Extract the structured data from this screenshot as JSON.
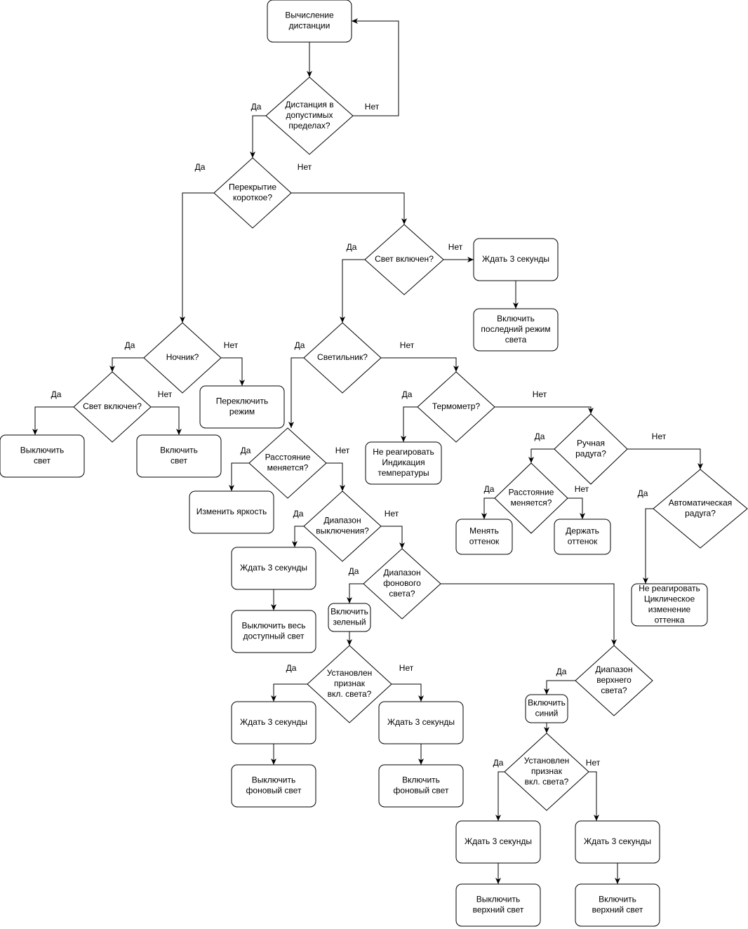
{
  "diagram": {
    "nodes": [
      {
        "id": "calc_dist",
        "shape": "box",
        "text": [
          "Вычисление",
          "дистанции"
        ]
      },
      {
        "id": "dist_ok",
        "shape": "diamond",
        "text": [
          "Дистанция в",
          "допустимых",
          "пределах?"
        ]
      },
      {
        "id": "overlap_short",
        "shape": "diamond",
        "text": [
          "Перекрытие",
          "короткое?"
        ]
      },
      {
        "id": "light_on_1",
        "shape": "diamond",
        "text": [
          "Свет включен?"
        ]
      },
      {
        "id": "wait_1",
        "shape": "box",
        "text": [
          "Ждать 3 секунды"
        ]
      },
      {
        "id": "last_mode",
        "shape": "box",
        "text": [
          "Включить",
          "последний режим",
          "света"
        ]
      },
      {
        "id": "nightlight",
        "shape": "diamond",
        "text": [
          "Ночник?"
        ]
      },
      {
        "id": "switch_mode",
        "shape": "box",
        "text": [
          "Переключить",
          "режим"
        ]
      },
      {
        "id": "light_on_2",
        "shape": "diamond",
        "text": [
          "Свет включен?"
        ]
      },
      {
        "id": "turn_off",
        "shape": "box",
        "text": [
          "Выключить",
          "свет"
        ]
      },
      {
        "id": "turn_on",
        "shape": "box",
        "text": [
          "Включить",
          "свет"
        ]
      },
      {
        "id": "lamp",
        "shape": "diamond",
        "text": [
          "Светильник?"
        ]
      },
      {
        "id": "thermo",
        "shape": "diamond",
        "text": [
          "Термометр?"
        ]
      },
      {
        "id": "temp_ind",
        "shape": "box",
        "text": [
          "Не реагировать",
          "Индикация",
          "температуры"
        ]
      },
      {
        "id": "manual_rainbow",
        "shape": "diamond",
        "text": [
          "Ручная",
          "радуга?"
        ]
      },
      {
        "id": "dist_change_2",
        "shape": "diamond",
        "text": [
          "Расстояние",
          "меняется?"
        ]
      },
      {
        "id": "change_hue",
        "shape": "box",
        "text": [
          "Менять",
          "оттенок"
        ]
      },
      {
        "id": "keep_hue",
        "shape": "box",
        "text": [
          "Держать",
          "оттенок"
        ]
      },
      {
        "id": "auto_rainbow",
        "shape": "diamond",
        "text": [
          "Автоматическая",
          "радуга?"
        ]
      },
      {
        "id": "cyclic_hue",
        "shape": "box",
        "text": [
          "Не реагировать",
          "Циклическое",
          "изменение",
          "оттенка"
        ]
      },
      {
        "id": "dist_change_1",
        "shape": "diamond",
        "text": [
          "Расстояние",
          "меняется?"
        ]
      },
      {
        "id": "brightness",
        "shape": "box",
        "text": [
          "Изменить яркость"
        ]
      },
      {
        "id": "off_range",
        "shape": "diamond",
        "text": [
          "Диапазон",
          "выключения?"
        ]
      },
      {
        "id": "wait_2",
        "shape": "box",
        "text": [
          "Ждать 3 секунды"
        ]
      },
      {
        "id": "all_off",
        "shape": "box",
        "text": [
          "Выключить весь",
          "доступный свет"
        ]
      },
      {
        "id": "bg_range",
        "shape": "diamond",
        "text": [
          "Диапазон",
          "фонового",
          "света?"
        ]
      },
      {
        "id": "green_on",
        "shape": "box",
        "text": [
          "Включить",
          "зеленый"
        ]
      },
      {
        "id": "flag_1",
        "shape": "diamond",
        "text": [
          "Установлен",
          "признак",
          "вкл. света?"
        ]
      },
      {
        "id": "wait_3",
        "shape": "box",
        "text": [
          "Ждать 3 секунды"
        ]
      },
      {
        "id": "wait_4",
        "shape": "box",
        "text": [
          "Ждать 3 секунды"
        ]
      },
      {
        "id": "bg_off",
        "shape": "box",
        "text": [
          "Выключить",
          "фоновый свет"
        ]
      },
      {
        "id": "bg_on",
        "shape": "box",
        "text": [
          "Включить",
          "фоновый свет"
        ]
      },
      {
        "id": "top_range",
        "shape": "diamond",
        "text": [
          "Диапазон",
          "верхнего",
          "света?"
        ]
      },
      {
        "id": "blue_on",
        "shape": "box",
        "text": [
          "Включить",
          "синий"
        ]
      },
      {
        "id": "flag_2",
        "shape": "diamond",
        "text": [
          "Установлен",
          "признак",
          "вкл. света?"
        ]
      },
      {
        "id": "wait_5",
        "shape": "box",
        "text": [
          "Ждать 3 секунды"
        ]
      },
      {
        "id": "wait_6",
        "shape": "box",
        "text": [
          "Ждать 3 секунды"
        ]
      },
      {
        "id": "top_off",
        "shape": "box",
        "text": [
          "Выключить",
          "верхний свет"
        ]
      },
      {
        "id": "top_on",
        "shape": "box",
        "text": [
          "Включить",
          "верхний свет"
        ]
      }
    ],
    "edges": [
      {
        "from": "calc_dist",
        "to": "dist_ok"
      },
      {
        "from": "dist_ok",
        "to": "calc_dist",
        "label": "Нет"
      },
      {
        "from": "dist_ok",
        "to": "overlap_short",
        "label": "Да"
      },
      {
        "from": "overlap_short",
        "to": "nightlight",
        "label": "Да"
      },
      {
        "from": "overlap_short",
        "to": "light_on_1",
        "label": "Нет"
      },
      {
        "from": "light_on_1",
        "to": "lamp",
        "label": "Да"
      },
      {
        "from": "light_on_1",
        "to": "wait_1",
        "label": "Нет"
      },
      {
        "from": "wait_1",
        "to": "last_mode"
      },
      {
        "from": "nightlight",
        "to": "light_on_2",
        "label": "Да"
      },
      {
        "from": "nightlight",
        "to": "switch_mode",
        "label": "Нет"
      },
      {
        "from": "light_on_2",
        "to": "turn_off",
        "label": "Да"
      },
      {
        "from": "light_on_2",
        "to": "turn_on",
        "label": "Нет"
      },
      {
        "from": "lamp",
        "to": "dist_change_1",
        "label": "Да"
      },
      {
        "from": "lamp",
        "to": "thermo",
        "label": "Нет"
      },
      {
        "from": "thermo",
        "to": "temp_ind",
        "label": "Да"
      },
      {
        "from": "thermo",
        "to": "manual_rainbow",
        "label": "Нет"
      },
      {
        "from": "manual_rainbow",
        "to": "dist_change_2",
        "label": "Да"
      },
      {
        "from": "manual_rainbow",
        "to": "auto_rainbow",
        "label": "Нет"
      },
      {
        "from": "dist_change_2",
        "to": "change_hue",
        "label": "Да"
      },
      {
        "from": "dist_change_2",
        "to": "keep_hue",
        "label": "Нет"
      },
      {
        "from": "auto_rainbow",
        "to": "cyclic_hue",
        "label": "Да"
      },
      {
        "from": "dist_change_1",
        "to": "brightness",
        "label": "Да"
      },
      {
        "from": "dist_change_1",
        "to": "off_range",
        "label": "Нет"
      },
      {
        "from": "off_range",
        "to": "wait_2",
        "label": "Да"
      },
      {
        "from": "off_range",
        "to": "bg_range",
        "label": "Нет"
      },
      {
        "from": "wait_2",
        "to": "all_off"
      },
      {
        "from": "bg_range",
        "to": "green_on",
        "label": "Да"
      },
      {
        "from": "bg_range",
        "to": "top_range"
      },
      {
        "from": "green_on",
        "to": "flag_1"
      },
      {
        "from": "flag_1",
        "to": "wait_3",
        "label": "Да"
      },
      {
        "from": "flag_1",
        "to": "wait_4",
        "label": "Нет"
      },
      {
        "from": "wait_3",
        "to": "bg_off"
      },
      {
        "from": "wait_4",
        "to": "bg_on"
      },
      {
        "from": "top_range",
        "to": "blue_on",
        "label": "Да"
      },
      {
        "from": "blue_on",
        "to": "flag_2"
      },
      {
        "from": "flag_2",
        "to": "wait_5",
        "label": "Да"
      },
      {
        "from": "flag_2",
        "to": "wait_6",
        "label": "Нет"
      },
      {
        "from": "wait_5",
        "to": "top_off"
      },
      {
        "from": "wait_6",
        "to": "top_on"
      }
    ]
  }
}
